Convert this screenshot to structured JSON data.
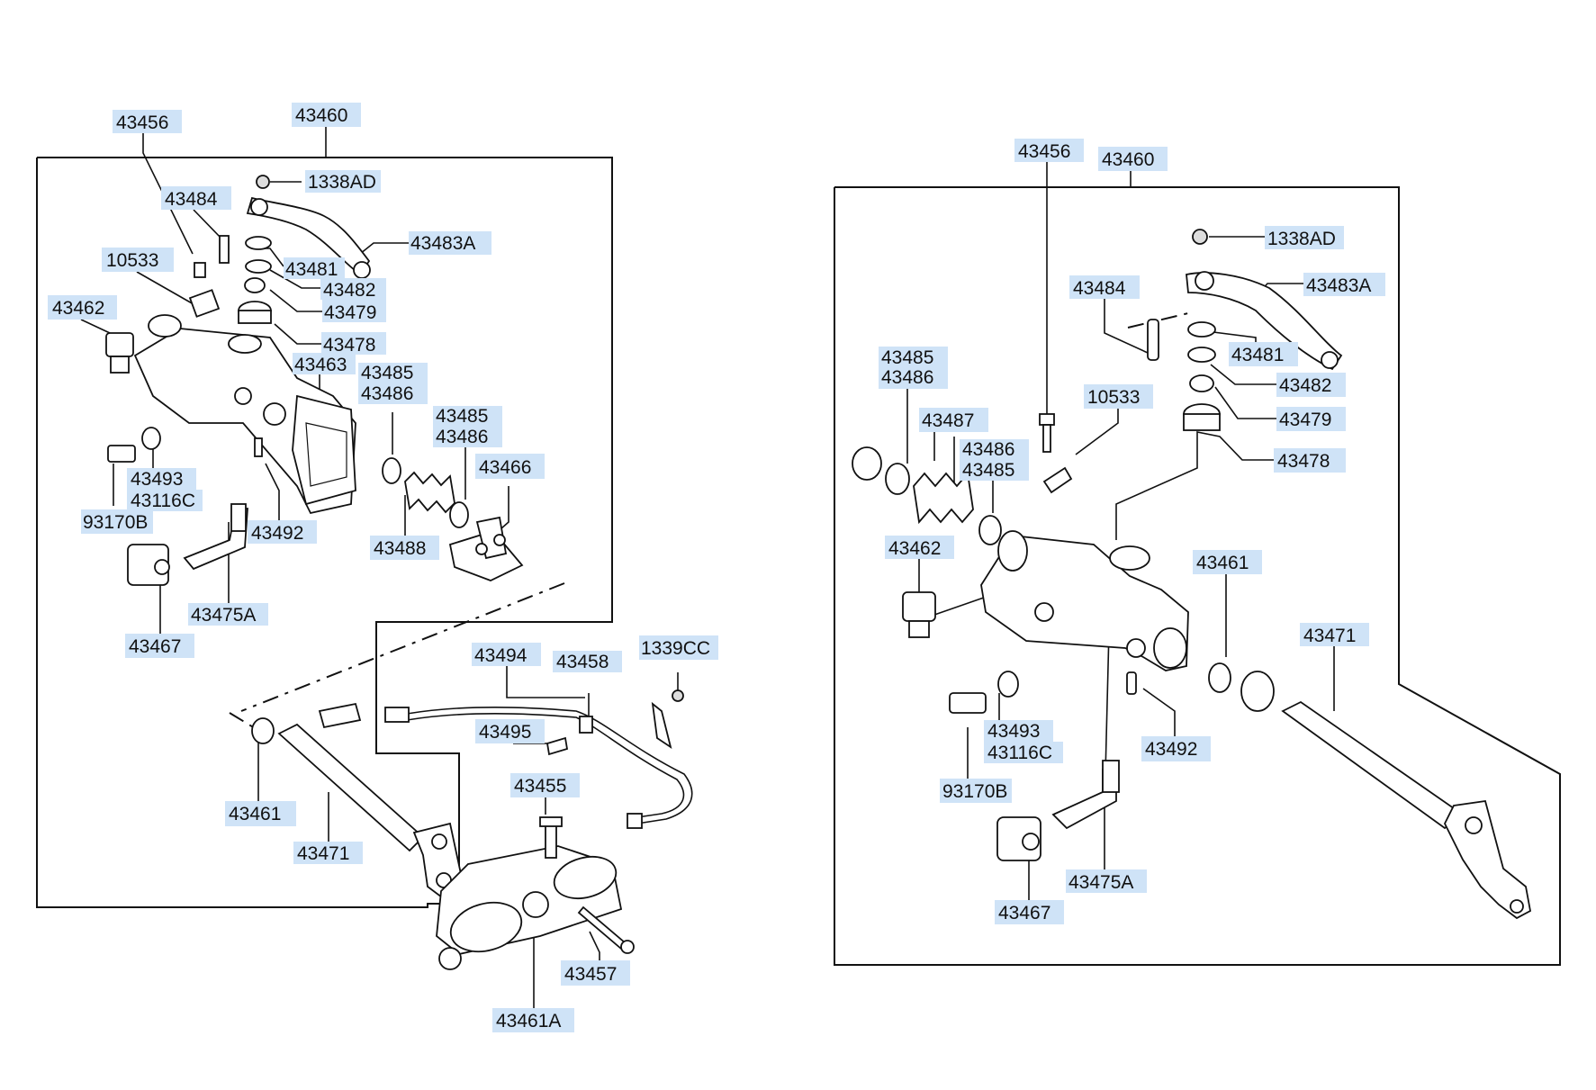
{
  "diagram": {
    "left_assembly": {
      "labels": {
        "p43456": "43456",
        "p43460": "43460",
        "p1338AD": "1338AD",
        "p43484": "43484",
        "p43483A": "43483A",
        "p10533": "10533",
        "p43481": "43481",
        "p43482": "43482",
        "p43479": "43479",
        "p43462": "43462",
        "p43478": "43478",
        "p43463": "43463",
        "p43485a": "43485",
        "p43486a": "43486",
        "p43485b": "43485",
        "p43486b": "43486",
        "p43466": "43466",
        "p43493": "43493",
        "p43116C": "43116C",
        "p93170B": "93170B",
        "p43492": "43492",
        "p43488": "43488",
        "p43475A": "43475A",
        "p43467": "43467",
        "p43494": "43494",
        "p43458": "43458",
        "p1339CC": "1339CC",
        "p43495": "43495",
        "p43455": "43455",
        "p43461": "43461",
        "p43471": "43471",
        "p43457": "43457",
        "p43461A": "43461A"
      }
    },
    "right_assembly": {
      "labels": {
        "p43456": "43456",
        "p43460": "43460",
        "p1338AD": "1338AD",
        "p43483A": "43483A",
        "p43484": "43484",
        "p43481": "43481",
        "p43485a": "43485",
        "p43486a": "43486",
        "p43482": "43482",
        "p10533": "10533",
        "p43487": "43487",
        "p43479": "43479",
        "p43486b": "43486",
        "p43485b": "43485",
        "p43478": "43478",
        "p43462": "43462",
        "p43461": "43461",
        "p43471": "43471",
        "p43493": "43493",
        "p43116C": "43116C",
        "p43492": "43492",
        "p93170B": "93170B",
        "p43475A": "43475A",
        "p43467": "43467"
      }
    }
  }
}
